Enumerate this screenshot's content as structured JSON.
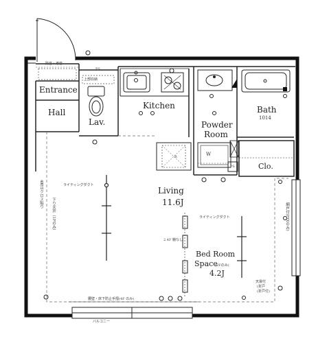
{
  "rooms": {
    "entrance": "Entrance",
    "hall": "Hall",
    "lav": "Lav.",
    "kitchen": "Kitchen",
    "powder_room_line1": "Powder",
    "powder_room_line2": "Room",
    "bath": "Bath",
    "bath_size": "1014",
    "clo": "Clo.",
    "living": "Living",
    "living_size": "11.6J",
    "bedroom_line1": "Bed Room",
    "bedroom_line2": "Space",
    "bedroom_note": "(2Fのみ)",
    "bedroom_size": "4.2J"
  },
  "marks": {
    "ps_top": "PS",
    "ps_mid": "PS",
    "washer": "W",
    "refrigerator": "R",
    "duct_living": "ライティングダクト",
    "duct_bedroom": "ライティングダクト",
    "ceiling_note": "下り天井（1Fのみ）",
    "left_wall_note": "4周はクロス貼り",
    "window_note": "網戸付(FIXのみ)",
    "door_note": "防音・遮音",
    "shelf_note": "2.4F 棚なし",
    "floor_note": "腰壁・床下防止手摺(4F のみ)",
    "balcony_label": "バルコニー",
    "notes_right_1": "天袋付",
    "notes_right_2": "(折戸",
    "notes_right_3": "(折戸付)",
    "upper_cabinet": "上部収納"
  }
}
